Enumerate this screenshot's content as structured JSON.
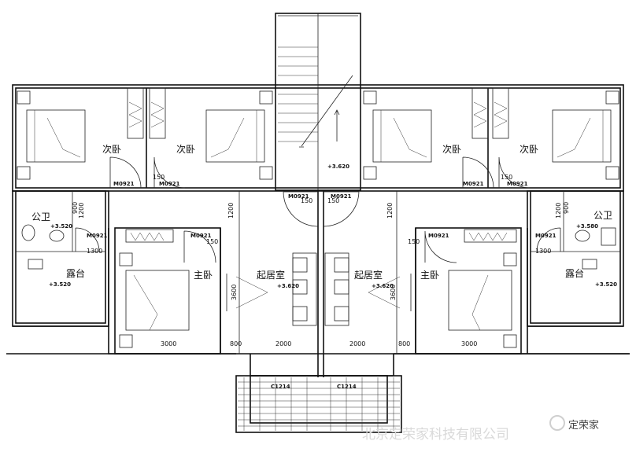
{
  "rooms": {
    "secondary_bedroom": "次卧",
    "master_bedroom": "主卧",
    "living_room": "起居室",
    "public_bathroom": "公卫",
    "terrace": "露台"
  },
  "door_code": "M0921",
  "window_code": "C1214",
  "levels": {
    "main": "+3.620",
    "bath_left": "+3.520",
    "bath_right": "+3.580",
    "terrace": "+3.520"
  },
  "dims": {
    "d3000": "3000",
    "d2000": "2000",
    "d800": "800",
    "d1200": "1200",
    "d1300": "1300",
    "d150": "150",
    "d900": "900",
    "d3600": "3600"
  },
  "watermark": {
    "company": "北京定荣家科技有限公司",
    "brand": "定荣家"
  }
}
